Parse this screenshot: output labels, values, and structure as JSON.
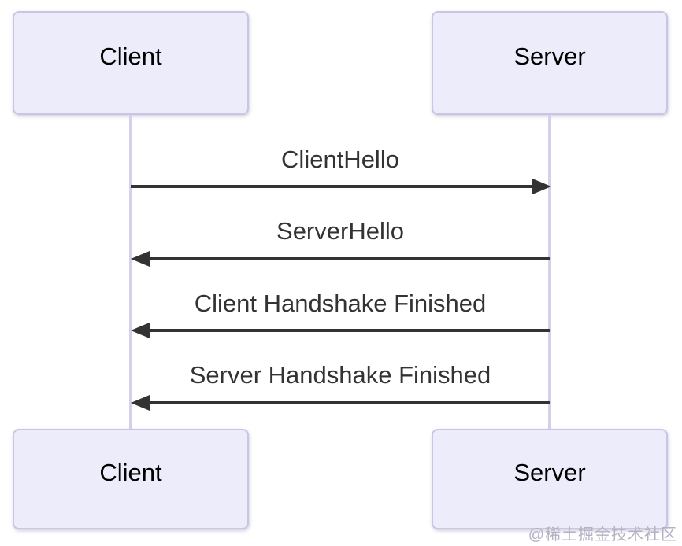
{
  "diagram": {
    "type": "sequence-diagram",
    "actors": [
      {
        "id": "client",
        "label": "Client"
      },
      {
        "id": "server",
        "label": "Server"
      }
    ],
    "messages": [
      {
        "label": "ClientHello",
        "from": "client",
        "to": "server",
        "direction": "right"
      },
      {
        "label": "ServerHello",
        "from": "server",
        "to": "client",
        "direction": "left"
      },
      {
        "label": "Client Handshake Finished",
        "from": "server",
        "to": "client",
        "direction": "left"
      },
      {
        "label": "Server Handshake Finished",
        "from": "server",
        "to": "client",
        "direction": "left"
      }
    ],
    "colors": {
      "actor_fill": "#ECECFA",
      "actor_border": "#C9C5E4",
      "lifeline": "#D6D0EC",
      "arrow": "#333333",
      "message_text": "#333333",
      "actor_text": "#000000",
      "watermark_text": "#B3B2C4"
    }
  },
  "watermark": {
    "text": "@稀土掘金技术社区"
  }
}
